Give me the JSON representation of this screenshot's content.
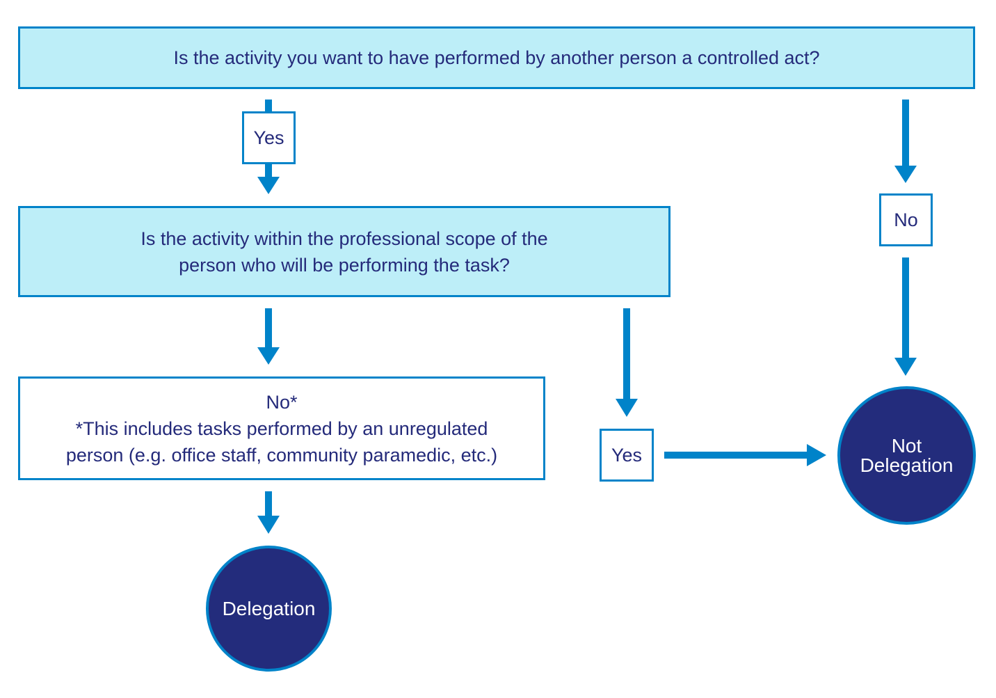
{
  "question1": "Is the activity you want to have performed by another person a controlled act?",
  "yes1": "Yes",
  "no1": "No",
  "question2": {
    "line1": "Is the activity within the professional scope of the",
    "line2": "person who will be performing the task?"
  },
  "no2": {
    "line1": "No*",
    "line2": "*This includes tasks performed by an unregulated",
    "line3": "person (e.g. office staff, community paramedic, etc.)"
  },
  "yes2": "Yes",
  "outcome_delegation": "Delegation",
  "outcome_not_delegation": {
    "line1": "Not",
    "line2": "Delegation"
  },
  "colors": {
    "question_fill": "#bdeef8",
    "border": "#0083c9",
    "text": "#242a7a",
    "circle_fill": "#232c7c"
  }
}
